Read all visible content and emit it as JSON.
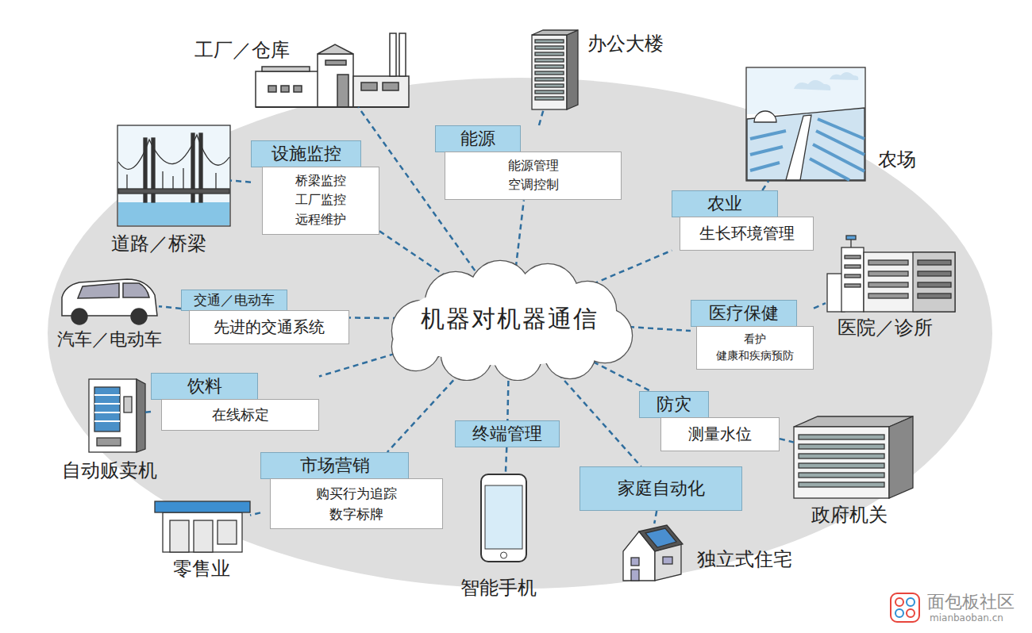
{
  "diagram": {
    "nodes": [
      {
        "text": [
          "工厂／仓库"
        ]
      },
      {
        "text": [
          "办公大楼"
        ]
      },
      {
        "text": [
          "能源",
          "能源管理 空调控制"
        ]
      },
      {
        "text": [
          "农场"
        ]
      },
      {
        "text": [
          "道路／桥梁"
        ]
      },
      {
        "text": [
          "设施监控",
          "桥梁监控 工厂监控 远程维护"
        ]
      },
      {
        "text": [
          "农业",
          "生长环境管理"
        ]
      },
      {
        "text": [
          "医院／诊所"
        ]
      },
      {
        "text": [
          "汽车／电动车"
        ]
      },
      {
        "text": [
          "交通／电动车",
          "先进的交通系统"
        ]
      },
      {
        "text": [
          "机器对机器通信"
        ]
      },
      {
        "text": [
          "医疗保健",
          "看护 健康和疾病预防"
        ]
      },
      {
        "text": [
          "饮料",
          "在线标定"
        ]
      },
      {
        "text": [
          "自动贩卖机"
        ]
      },
      {
        "text": [
          "防灾",
          "测量水位"
        ]
      },
      {
        "text": [
          "终端管理"
        ]
      },
      {
        "text": [
          "市场营销",
          "购买行为追踪 数字标牌"
        ]
      },
      {
        "text": [
          "家庭自动化"
        ]
      },
      {
        "text": [
          "政府机关"
        ]
      },
      {
        "text": [
          "零售业"
        ]
      },
      {
        "text": [
          "独立式住宅"
        ]
      },
      {
        "text": [
          "智能手机"
        ]
      }
    ],
    "edges": [
      {
        "from": 10,
        "to": 0,
        "arrow": "none"
      },
      {
        "from": 10,
        "to": 2,
        "arrow": "none"
      },
      {
        "from": 2,
        "to": 1,
        "arrow": "none"
      },
      {
        "from": 10,
        "to": 5,
        "arrow": "none"
      },
      {
        "from": 5,
        "to": 4,
        "arrow": "none"
      },
      {
        "from": 10,
        "to": 6,
        "arrow": "none"
      },
      {
        "from": 6,
        "to": 3,
        "arrow": "none"
      },
      {
        "from": 10,
        "to": 9,
        "arrow": "none"
      },
      {
        "from": 9,
        "to": 8,
        "arrow": "none"
      },
      {
        "from": 10,
        "to": 11,
        "arrow": "none"
      },
      {
        "from": 11,
        "to": 7,
        "arrow": "none"
      },
      {
        "from": 10,
        "to": 12,
        "arrow": "none"
      },
      {
        "from": 12,
        "to": 13,
        "arrow": "none"
      },
      {
        "from": 10,
        "to": 14,
        "arrow": "none"
      },
      {
        "from": 14,
        "to": 18,
        "arrow": "none"
      },
      {
        "from": 10,
        "to": 15,
        "arrow": "none"
      },
      {
        "from": 15,
        "to": 21,
        "arrow": "none"
      },
      {
        "from": 10,
        "to": 16,
        "arrow": "none"
      },
      {
        "from": 16,
        "to": 19,
        "arrow": "none"
      },
      {
        "from": 10,
        "to": 17,
        "arrow": "none"
      },
      {
        "from": 17,
        "to": 20,
        "arrow": "none"
      }
    ],
    "labels": [
      "面包板社区",
      "mianbaoban.cn"
    ]
  }
}
